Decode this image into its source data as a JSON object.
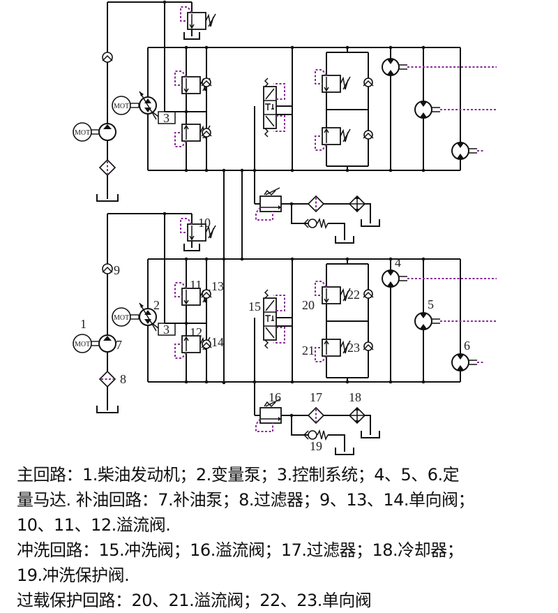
{
  "figure": {
    "type": "hydraulic-schematic",
    "colors": {
      "line": "#111111",
      "pilot_line": "#8a2a9a"
    },
    "engine_symbol_text": "MOT",
    "control_box_label": "3",
    "component_labels": [
      "1",
      "2",
      "3",
      "4",
      "5",
      "6",
      "7",
      "8",
      "9",
      "10",
      "11",
      "12",
      "13",
      "14",
      "15",
      "16",
      "17",
      "18",
      "19",
      "20",
      "21",
      "22",
      "23"
    ]
  },
  "caption": {
    "lines": [
      "主回路：1.柴油发动机；2.变量泵；3.控制系统；4、5、6.定",
      "量马达. 补油回路：7.补油泵；8.过滤器；9、13、14.单向阀；",
      "10、11、12.溢流阀.",
      "冲洗回路：15.冲洗阀；16.溢流阀；17.过滤器；18.冷却器；",
      "19.冲洗保护阀.",
      "过载保护回路：20、21.溢流阀；22、23.单向阀"
    ]
  },
  "legend": {
    "main_circuit": {
      "title": "主回路",
      "items": [
        "1.柴油发动机",
        "2.变量泵",
        "3.控制系统",
        "4、5、6.定量马达"
      ]
    },
    "charge_circuit": {
      "title": "补油回路",
      "items": [
        "7.补油泵",
        "8.过滤器",
        "9、13、14.单向阀",
        "10、11、12.溢流阀"
      ]
    },
    "flushing_circuit": {
      "title": "冲洗回路",
      "items": [
        "15.冲洗阀",
        "16.溢流阀",
        "17.过滤器",
        "18.冷却器",
        "19.冲洗保护阀"
      ]
    },
    "overload_circuit": {
      "title": "过载保护回路",
      "items": [
        "20、21.溢流阀",
        "22、23.单向阀"
      ]
    }
  }
}
